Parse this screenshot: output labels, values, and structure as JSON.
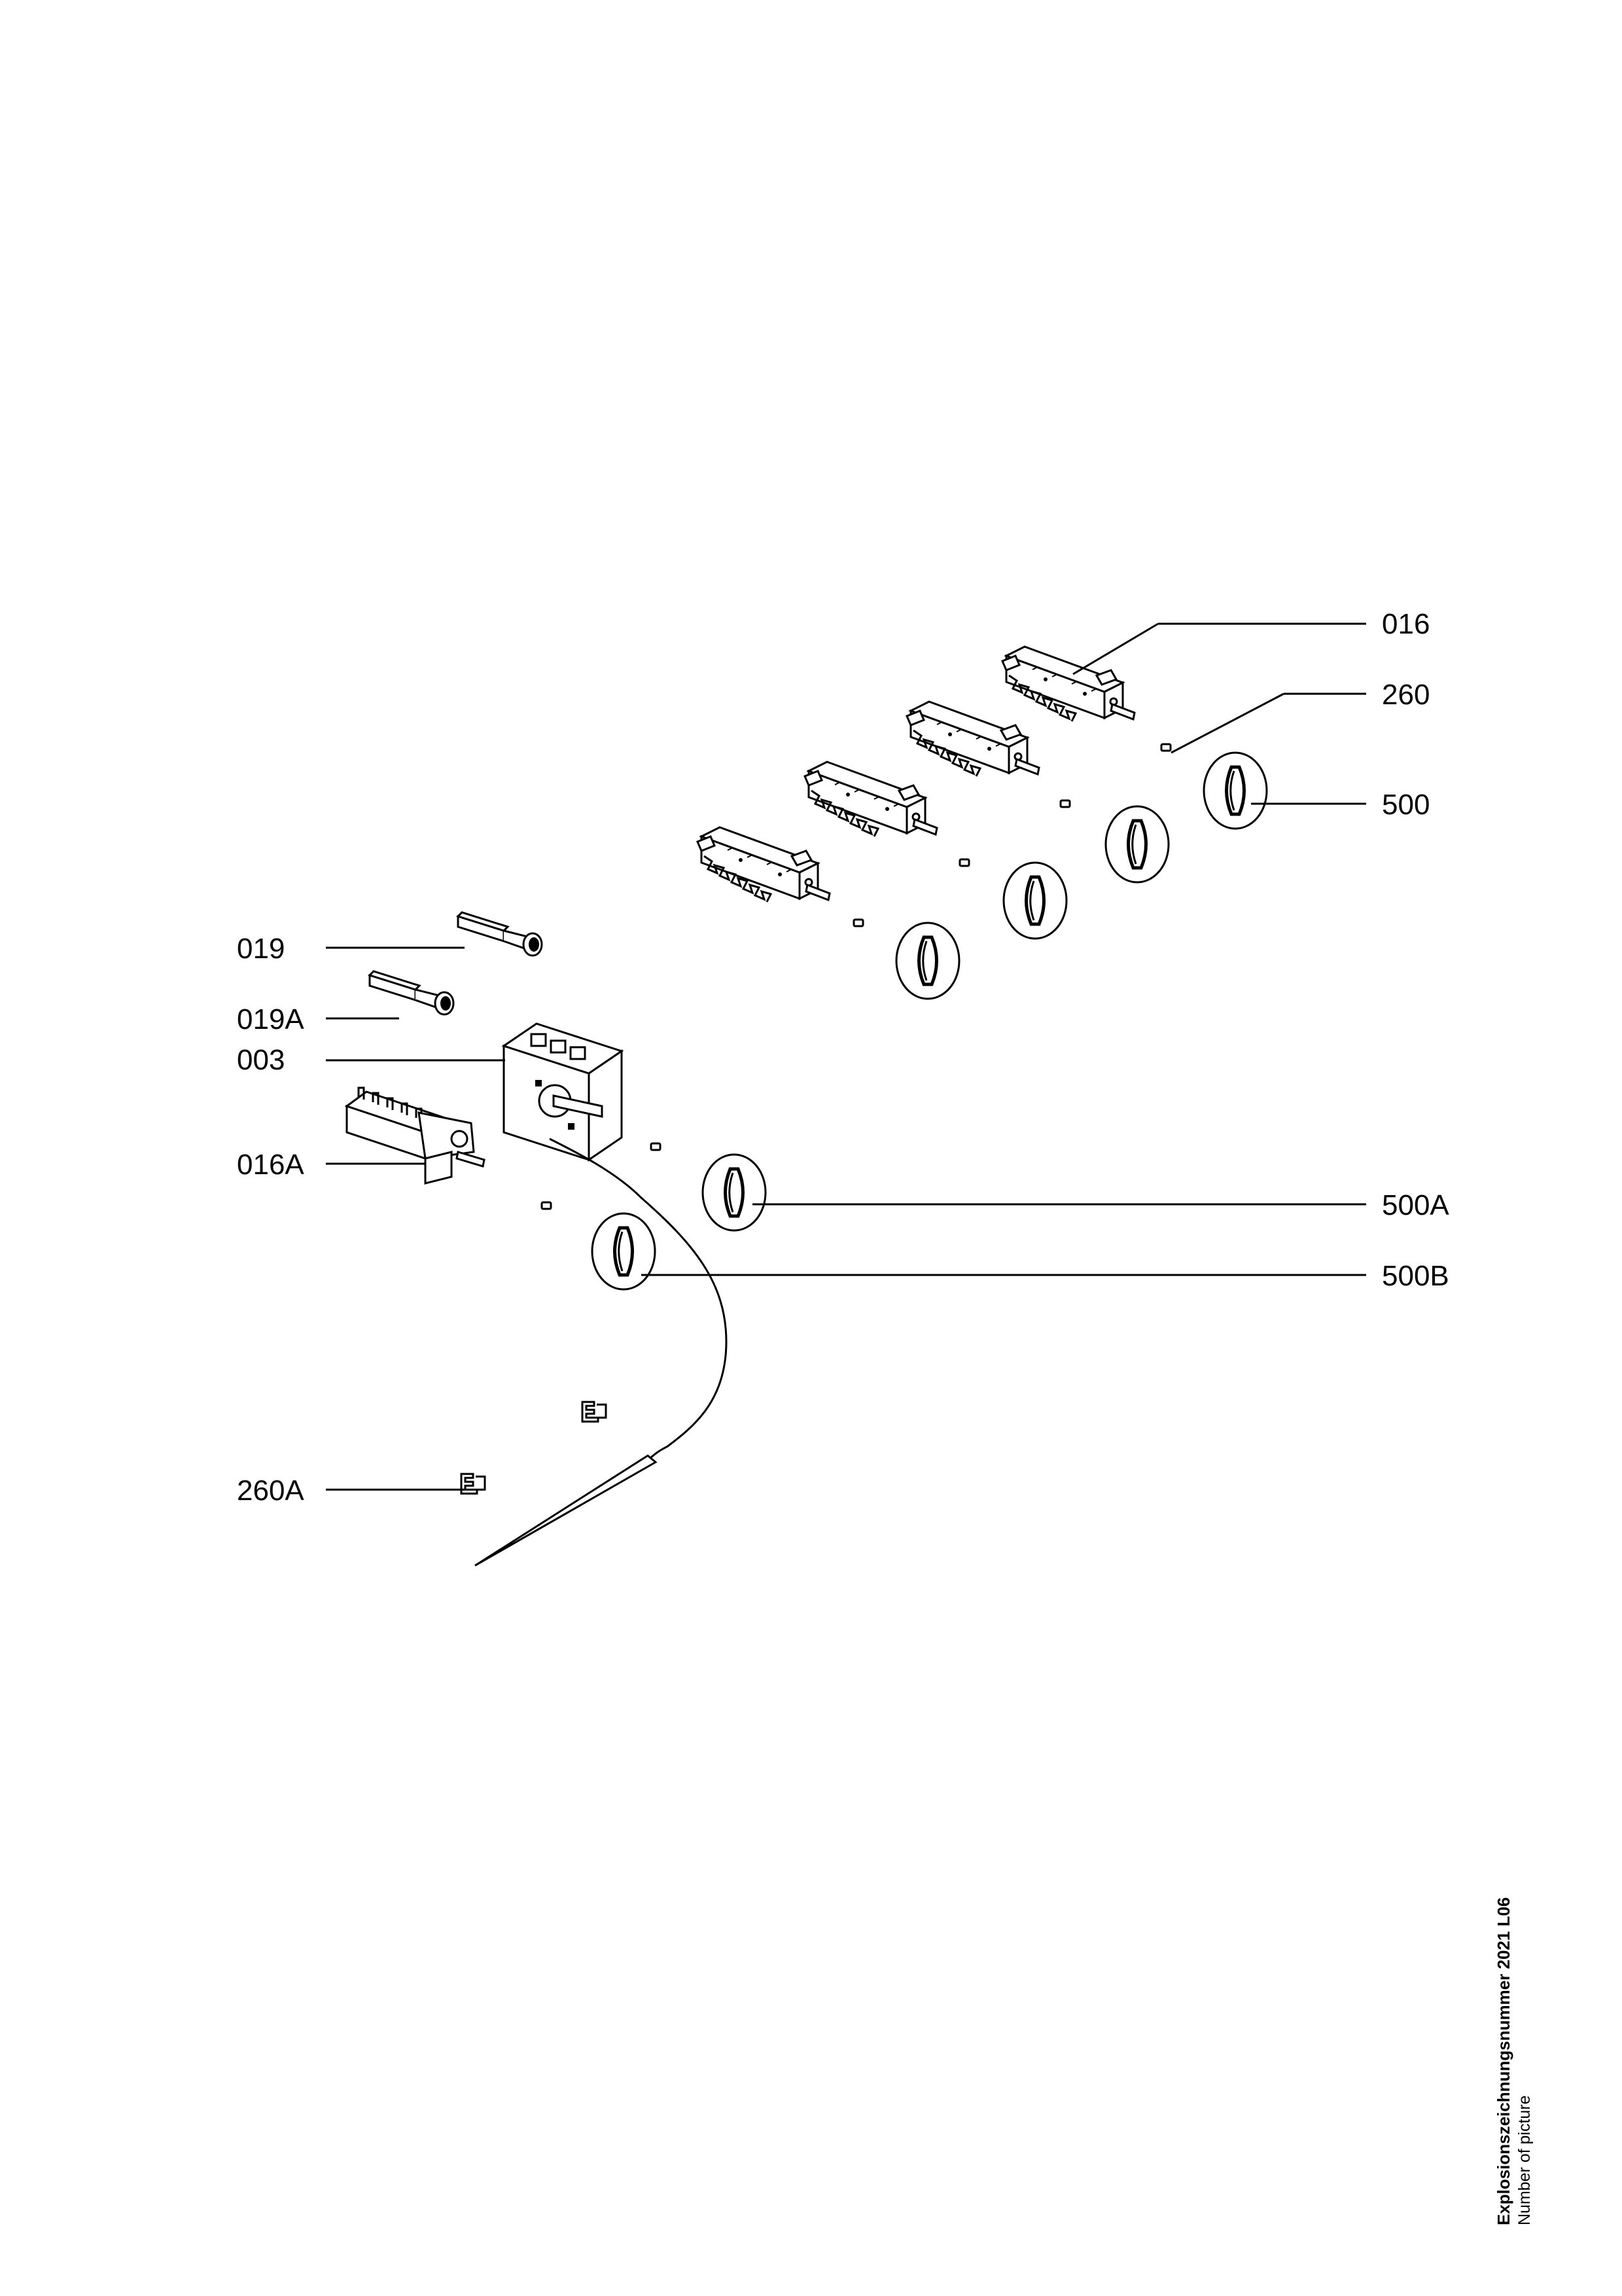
{
  "labels": {
    "p016": "016",
    "p260": "260",
    "p500": "500",
    "p019": "019",
    "p019A": "019A",
    "p003": "003",
    "p016A": "016A",
    "p500A": "500A",
    "p500B": "500B",
    "p260A": "260A"
  },
  "footer": {
    "title": "Explosionszeichnungsnummer 2021 L06",
    "subtitle": "Number of picture"
  }
}
